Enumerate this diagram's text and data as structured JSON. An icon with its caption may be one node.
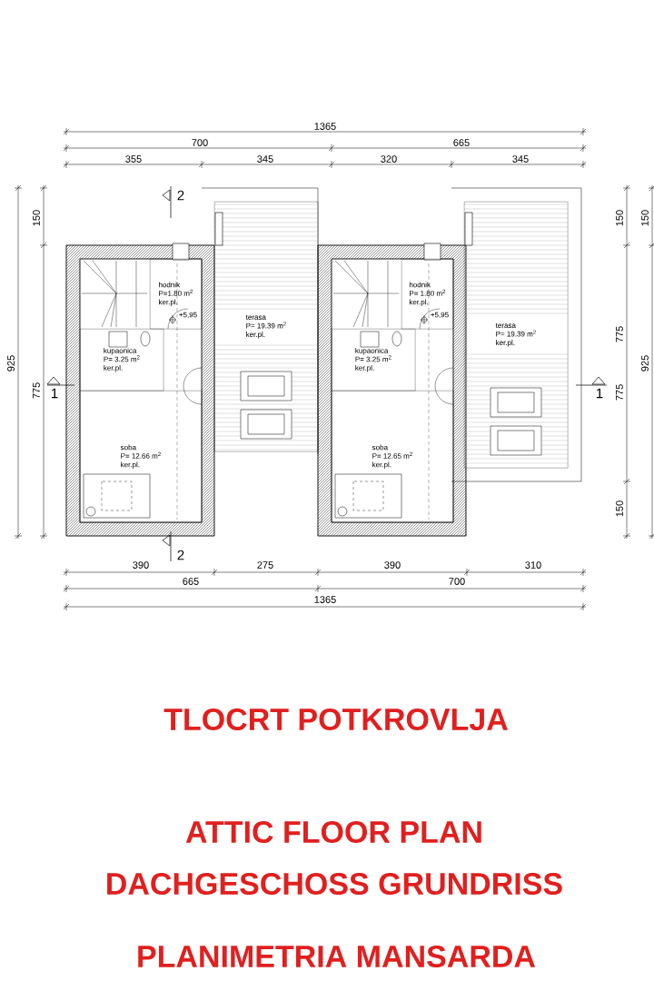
{
  "diagram": {
    "title": "TLOCRT POTKROVLJA",
    "nodes": [
      {
        "text": [
          "hodnik",
          "P=1.80 m$^{2}$",
          "ker.pl."
        ]
      },
      {
        "text": [
          "kupaonica",
          "P= 3.25 m$^{2}$",
          "ker.pl."
        ]
      },
      {
        "text": [
          "soba",
          "P= 12.66 m$^{2}$",
          "ker.pl."
        ]
      },
      {
        "text": [
          "terasa",
          "P= 19.39 m$^{2}$",
          "ker.pl."
        ]
      },
      {
        "text": [
          "hodnik",
          "P= 1.80 m$^{2}$",
          "ker.pl."
        ]
      },
      {
        "text": [
          "kupaonica",
          "P= 3.25 m$^{2}$",
          "ker.pl."
        ]
      },
      {
        "text": [
          "soba",
          "P= 12.65 m$^{2}$",
          "ker.pl."
        ]
      },
      {
        "text": [
          "terasa",
          "P= 19.39 m$^{2}$",
          "ker.pl."
        ]
      }
    ],
    "labels": [
      "1365",
      "700",
      "665",
      "355",
      "345",
      "320",
      "345",
      "150",
      "925",
      "775",
      "150",
      "150",
      "775",
      "925",
      "775",
      "150",
      "2",
      "1",
      "1",
      "2",
      "+5,95",
      "+5,95",
      "390",
      "275",
      "390",
      "310",
      "665",
      "700",
      "1365",
      "ATTIC FLOOR PLAN",
      "DACHGESCHOSS GRUNDRISS",
      "PLANIMETRIA MANSARDA"
    ]
  }
}
